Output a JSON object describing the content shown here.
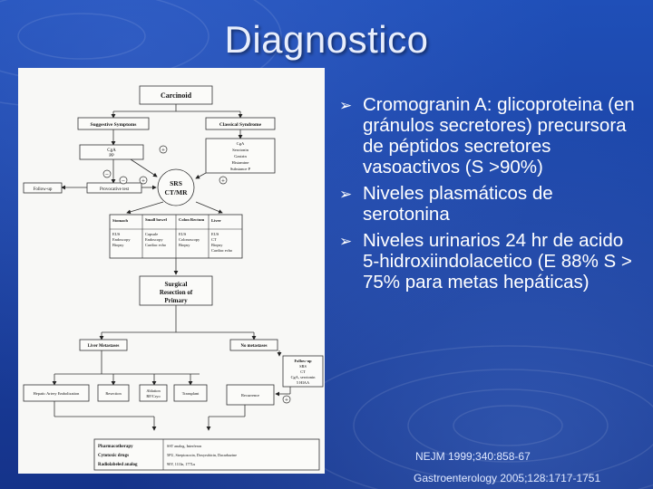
{
  "slide": {
    "title": "Diagnostico",
    "bullets": [
      "Cromogranin A: glicoproteina (en gránulos secretores) precursora de péptidos secretores vasoactivos (S >90%)",
      "Niveles plasmáticos de serotonina",
      "Niveles urinarios 24 hr de acido 5-hidroxiindolacetico (E 88% S > 75% para metas hepáticas)"
    ],
    "references": [
      "NEJM 1999;340:858-67",
      "Gastroenterology 2005;128:1717-1751"
    ]
  },
  "flowchart": {
    "carcinoid": "Carcinoid",
    "suggestive": "Suggestive Symptoms",
    "classical": "Classical Syndrome",
    "cga_pp": [
      "CgA",
      "PP"
    ],
    "classical_tests": [
      "CgA",
      "Serotonin",
      "Gastrin",
      "Histamine",
      "Substance P"
    ],
    "follow_up": "Follow-up",
    "provocative": "Provocative test",
    "srs": [
      "SRS",
      "CT/MR"
    ],
    "plus": "+",
    "minus": "−",
    "table_headers": [
      "Stomach",
      "Small bowel",
      "Colon Rectum",
      "Liver"
    ],
    "table_cells": [
      [
        "EUS",
        "Endoscopy",
        "Biopsy"
      ],
      [
        "Capsule",
        "Endoscopy",
        "Cardiac echo"
      ],
      [
        "EUS",
        "Colonoscopy",
        "Biopsy"
      ],
      [
        "EUS",
        "CT",
        "Biopsy",
        "Cardiac echo"
      ]
    ],
    "surgical": [
      "Surgical",
      "Resection of",
      "Primary"
    ],
    "liver_mets": "Liver Metastases",
    "no_mets": "No metastases",
    "follow_up_box": [
      "Follow-up",
      "SRS",
      "CT",
      "CgA, serotonin",
      "5 HIAA"
    ],
    "treatments": [
      "Hepatic Artery Embolization",
      "Resection",
      "Ablation RF/Cryo",
      "Transplant",
      "Recurrence"
    ],
    "therapy_left": [
      "Pharmacotherapy",
      "Cytotoxic drugs",
      "Radiolabeled analog"
    ],
    "therapy_right": [
      "SST analog, Interferon",
      "5FU, Streptozocin, Doxyrubicin, Dacarbazine",
      "90Y, 111In, 177Lu"
    ]
  }
}
